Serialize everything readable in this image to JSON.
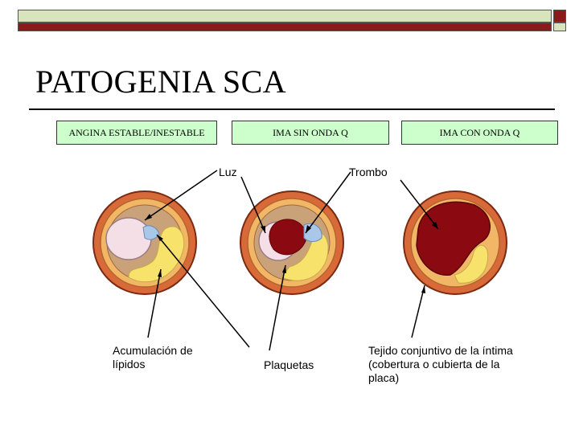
{
  "slide": {
    "title": "PATOGENIA SCA",
    "stage_labels": [
      "ANGINA ESTABLE/INESTABLE",
      "IMA SIN ONDA Q",
      "IMA CON ONDA Q"
    ],
    "labels": {
      "luz": "Luz",
      "trombo": "Trombo",
      "lipidos": "Acumulación de lípidos",
      "plaquetas": "Plaquetas",
      "tejido": "Tejido conjuntivo de la íntima (cobertura o cubierta de la placa)"
    },
    "colors": {
      "accent_green": "#d8e4bc",
      "accent_red": "#8b1a1a",
      "box_fill": "#ccffcc",
      "artery_outer": "#d86a3a",
      "artery_ring": "#f2b766",
      "plaque_yellow": "#f7e26b",
      "thrombus": "#8b0a12",
      "lumen": "#f4dfe6",
      "platelets": "#a9c7e8"
    }
  }
}
